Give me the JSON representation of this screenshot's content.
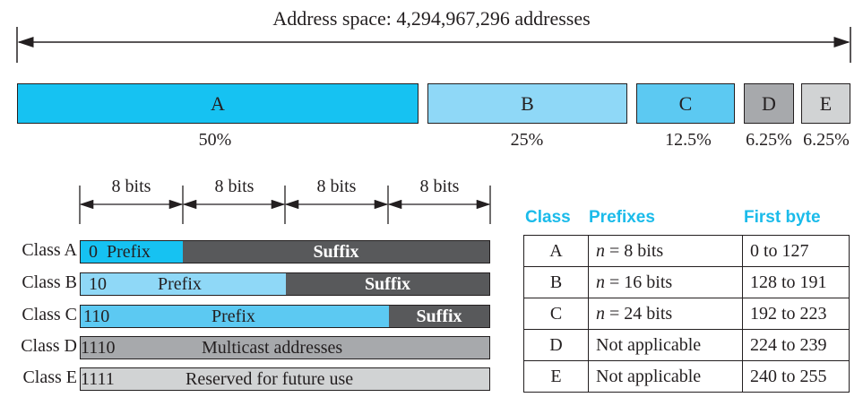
{
  "title": "Address space: 4,294,967,296 addresses",
  "classes_bar": [
    {
      "label": "A",
      "pct": "50%",
      "color": "#16c2f2"
    },
    {
      "label": "B",
      "pct": "25%",
      "color": "#8fd8f7"
    },
    {
      "label": "C",
      "pct": "12.5%",
      "color": "#5cc9f2"
    },
    {
      "label": "D",
      "pct": "6.25%",
      "color": "#a7a9ac"
    },
    {
      "label": "E",
      "pct": "6.25%",
      "color": "#d1d3d4"
    }
  ],
  "bit_labels": [
    "8 bits",
    "8 bits",
    "8 bits",
    "8 bits"
  ],
  "rows": [
    {
      "label": "Class A",
      "bits": "0",
      "prefix": "Prefix",
      "suffix": "Suffix"
    },
    {
      "label": "Class B",
      "bits": "10",
      "prefix": "Prefix",
      "suffix": "Suffix"
    },
    {
      "label": "Class C",
      "bits": "110",
      "prefix": "Prefix",
      "suffix": "Suffix"
    },
    {
      "label": "Class D",
      "bits": "1110",
      "text": "Multicast addresses"
    },
    {
      "label": "Class E",
      "bits": "1111",
      "text": "Reserved for future use"
    }
  ],
  "table": {
    "headers": [
      "Class",
      "Prefixes",
      "First byte"
    ],
    "rows": [
      {
        "cls": "A",
        "n": "n",
        "prefix": " = 8 bits",
        "first": "0 to 127"
      },
      {
        "cls": "B",
        "n": "n",
        "prefix": " = 16 bits",
        "first": "128 to 191"
      },
      {
        "cls": "C",
        "n": "n",
        "prefix": " = 24 bits",
        "first": "192 to 223"
      },
      {
        "cls": "D",
        "prefix": "Not applicable",
        "first": "224 to 239"
      },
      {
        "cls": "E",
        "prefix": "Not applicable",
        "first": "240 to 255"
      }
    ]
  },
  "colors": {
    "suffix": "#58595b",
    "header": "#1bbbea",
    "border": "#231f20"
  }
}
